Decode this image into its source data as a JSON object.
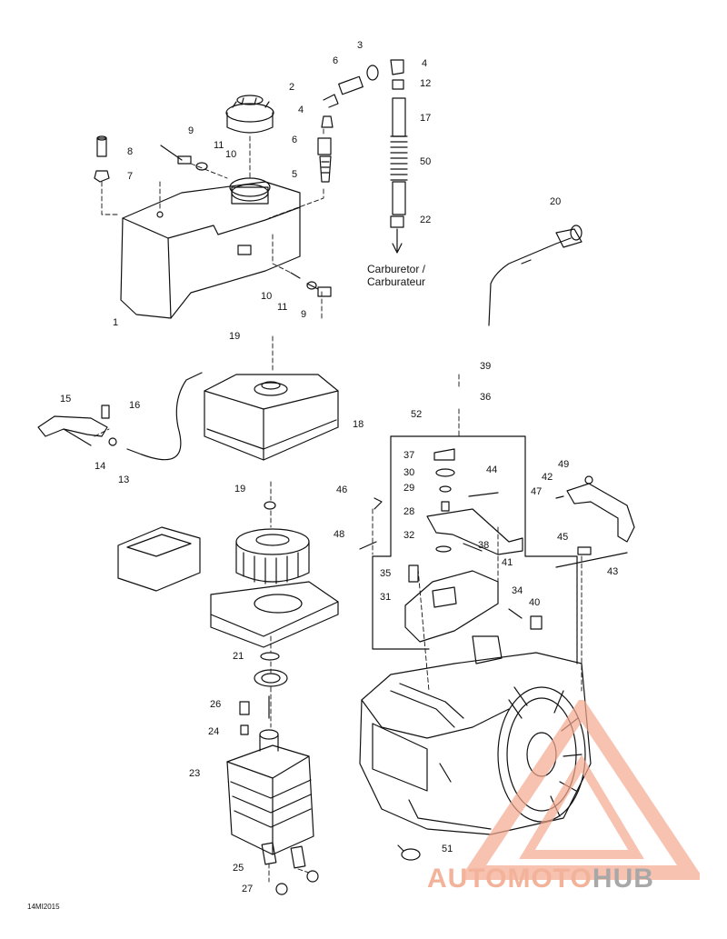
{
  "destination": {
    "line1": "Carburetor /",
    "line2": "Carburateur"
  },
  "reference": "14MI2015",
  "watermark": {
    "part1": "AUTOMOTO",
    "part2": "HUB"
  },
  "callouts": [
    {
      "id": "c1",
      "text": "1"
    },
    {
      "id": "c2",
      "text": "2"
    },
    {
      "id": "c3",
      "text": "3"
    },
    {
      "id": "c4a",
      "text": "4"
    },
    {
      "id": "c4b",
      "text": "4"
    },
    {
      "id": "c5",
      "text": "5"
    },
    {
      "id": "c6a",
      "text": "6"
    },
    {
      "id": "c6b",
      "text": "6"
    },
    {
      "id": "c7",
      "text": "7"
    },
    {
      "id": "c8",
      "text": "8"
    },
    {
      "id": "c9a",
      "text": "9"
    },
    {
      "id": "c9b",
      "text": "9"
    },
    {
      "id": "c10a",
      "text": "10"
    },
    {
      "id": "c10b",
      "text": "10"
    },
    {
      "id": "c11a",
      "text": "11"
    },
    {
      "id": "c11b",
      "text": "11"
    },
    {
      "id": "c12",
      "text": "12"
    },
    {
      "id": "c13",
      "text": "13"
    },
    {
      "id": "c14",
      "text": "14"
    },
    {
      "id": "c15",
      "text": "15"
    },
    {
      "id": "c16",
      "text": "16"
    },
    {
      "id": "c17",
      "text": "17"
    },
    {
      "id": "c18",
      "text": "18"
    },
    {
      "id": "c19a",
      "text": "19"
    },
    {
      "id": "c19b",
      "text": "19"
    },
    {
      "id": "c20",
      "text": "20"
    },
    {
      "id": "c21",
      "text": "21"
    },
    {
      "id": "c22",
      "text": "22"
    },
    {
      "id": "c23",
      "text": "23"
    },
    {
      "id": "c24",
      "text": "24"
    },
    {
      "id": "c25",
      "text": "25"
    },
    {
      "id": "c26",
      "text": "26"
    },
    {
      "id": "c27",
      "text": "27"
    },
    {
      "id": "c28",
      "text": "28"
    },
    {
      "id": "c29",
      "text": "29"
    },
    {
      "id": "c30",
      "text": "30"
    },
    {
      "id": "c31",
      "text": "31"
    },
    {
      "id": "c32",
      "text": "32"
    },
    {
      "id": "c34",
      "text": "34"
    },
    {
      "id": "c35",
      "text": "35"
    },
    {
      "id": "c36",
      "text": "36"
    },
    {
      "id": "c37",
      "text": "37"
    },
    {
      "id": "c38",
      "text": "38"
    },
    {
      "id": "c39",
      "text": "39"
    },
    {
      "id": "c40",
      "text": "40"
    },
    {
      "id": "c41",
      "text": "41"
    },
    {
      "id": "c42",
      "text": "42"
    },
    {
      "id": "c43",
      "text": "43"
    },
    {
      "id": "c44",
      "text": "44"
    },
    {
      "id": "c45",
      "text": "45"
    },
    {
      "id": "c46",
      "text": "46"
    },
    {
      "id": "c47",
      "text": "47"
    },
    {
      "id": "c48",
      "text": "48"
    },
    {
      "id": "c49",
      "text": "49"
    },
    {
      "id": "c50",
      "text": "50"
    },
    {
      "id": "c51",
      "text": "51"
    },
    {
      "id": "c52",
      "text": "52"
    }
  ]
}
